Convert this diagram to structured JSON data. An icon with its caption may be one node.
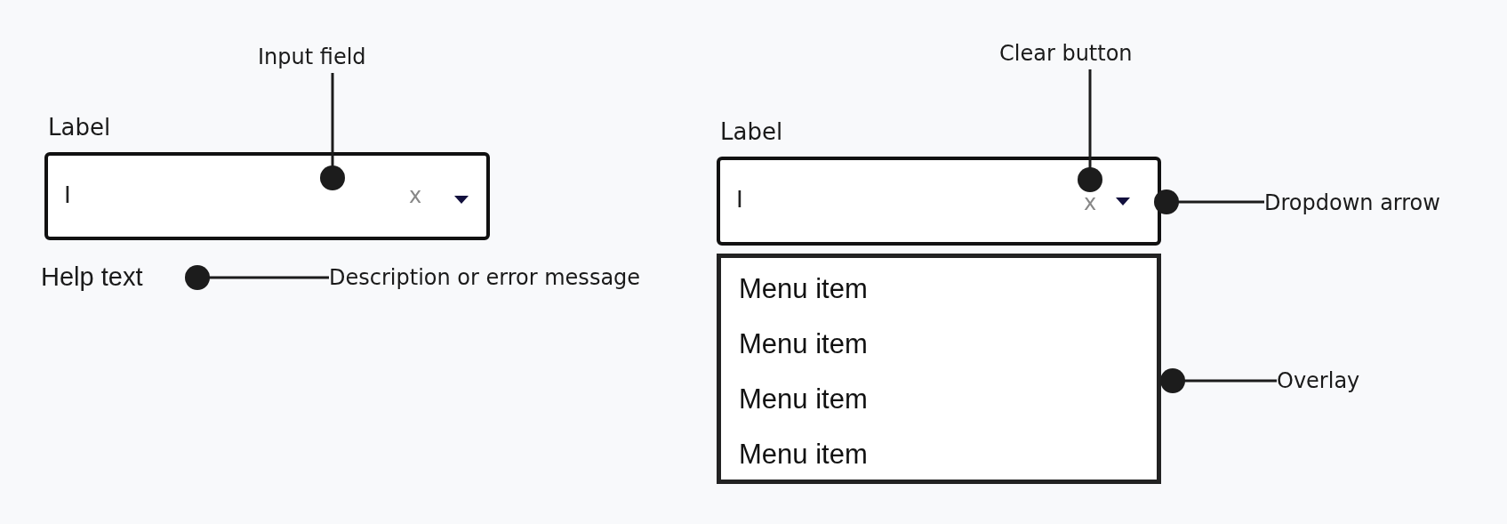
{
  "diagram": {
    "nodes": [
      {
        "text": [
          "Input field"
        ]
      },
      {
        "text": [
          "I"
        ],
        "beside": [
          "Label"
        ]
      },
      {
        "text": [
          "Help text"
        ]
      },
      {
        "text": [
          "Description or error message"
        ]
      },
      {
        "text": [
          "Clear button"
        ]
      },
      {
        "text": [
          "I"
        ],
        "beside": [
          "Label"
        ]
      },
      {
        "text": [
          "x"
        ],
        "in": 5
      },
      {
        "text": [],
        "shape": "triangle",
        "in": 5
      },
      {
        "text": [
          "Dropdown arrow"
        ]
      },
      {
        "text": [
          "Menu item",
          "Menu item",
          "Menu item",
          "Menu item"
        ]
      },
      {
        "text": [
          "Overlay"
        ]
      }
    ],
    "edges": [
      {
        "from": 0,
        "to": 1,
        "arrow": "other"
      },
      {
        "from": 3,
        "to": 2,
        "arrow": "other"
      },
      {
        "from": 4,
        "to": 6,
        "arrow": "other"
      },
      {
        "from": 8,
        "to": 7,
        "arrow": "other"
      },
      {
        "from": 10,
        "to": 9,
        "arrow": "other"
      }
    ],
    "labels": [
      "x"
    ]
  }
}
